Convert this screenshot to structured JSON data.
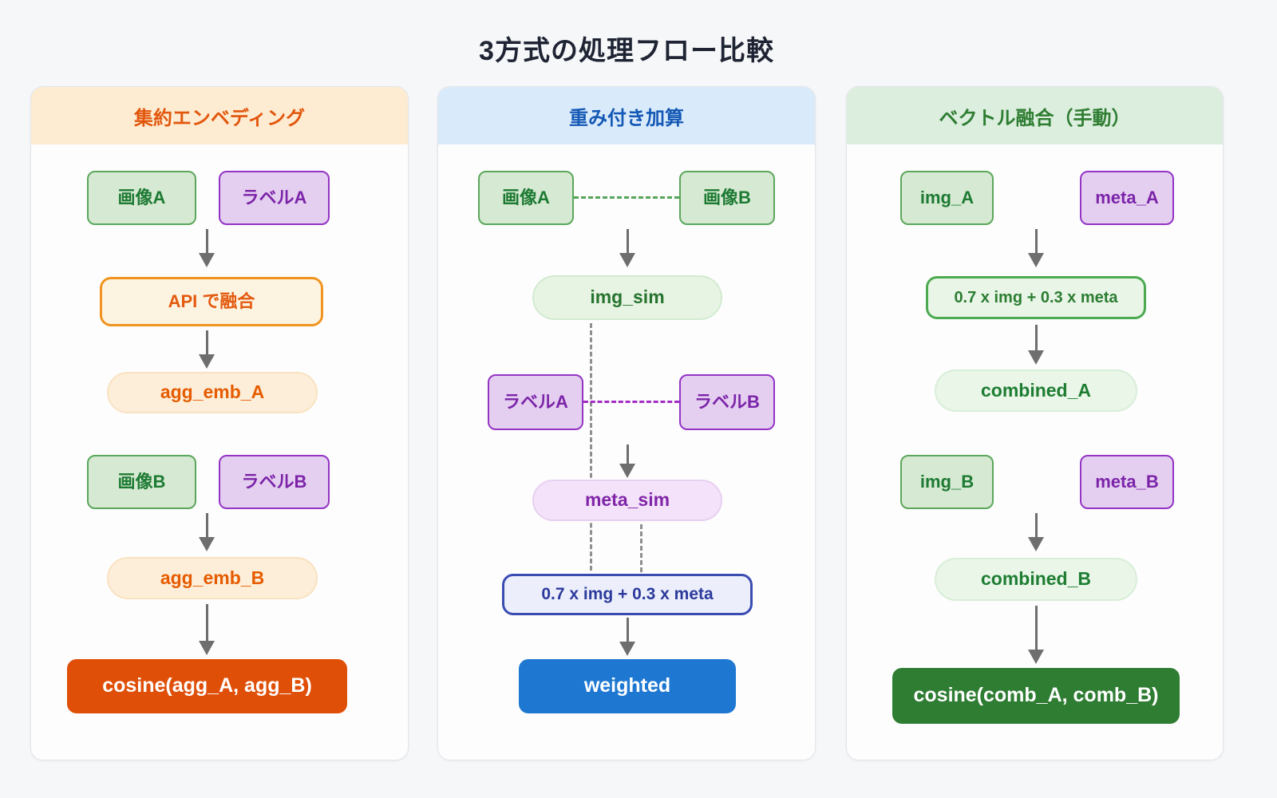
{
  "title": "3方式の処理フロー比較",
  "colors": {
    "accent_orange": "#e2570d",
    "accent_blue": "#1459b5",
    "accent_green": "#2e7d32",
    "final_orange_bg": "#e04f08",
    "final_blue_bg": "#1e78d2",
    "final_green_bg": "#2e7d32",
    "node_green_border": "#5ba75b",
    "node_purple_border": "#9334c4",
    "arrow_gray": "#6e6e6e"
  },
  "panels": [
    {
      "header": "集約エンベディング",
      "nodes": {
        "image_a": "画像A",
        "label_a": "ラベルA",
        "api_fuse": "API で融合",
        "agg_emb_a": "agg_emb_A",
        "image_b": "画像B",
        "label_b": "ラベルB",
        "agg_emb_b": "agg_emb_B",
        "result": "cosine(agg_A, agg_B)"
      }
    },
    {
      "header": "重み付き加算",
      "nodes": {
        "image_a": "画像A",
        "image_b": "画像B",
        "img_sim": "img_sim",
        "label_a": "ラベルA",
        "label_b": "ラベルB",
        "meta_sim": "meta_sim",
        "formula": "0.7 x img + 0.3 x meta",
        "result": "weighted"
      }
    },
    {
      "header": "ベクトル融合（手動）",
      "nodes": {
        "img_a": "img_A",
        "meta_a": "meta_A",
        "formula_a": "0.7 x img + 0.3 x meta",
        "combined_a": "combined_A",
        "img_b": "img_B",
        "meta_b": "meta_B",
        "combined_b": "combined_B",
        "result": "cosine(comb_A, comb_B)"
      }
    }
  ]
}
